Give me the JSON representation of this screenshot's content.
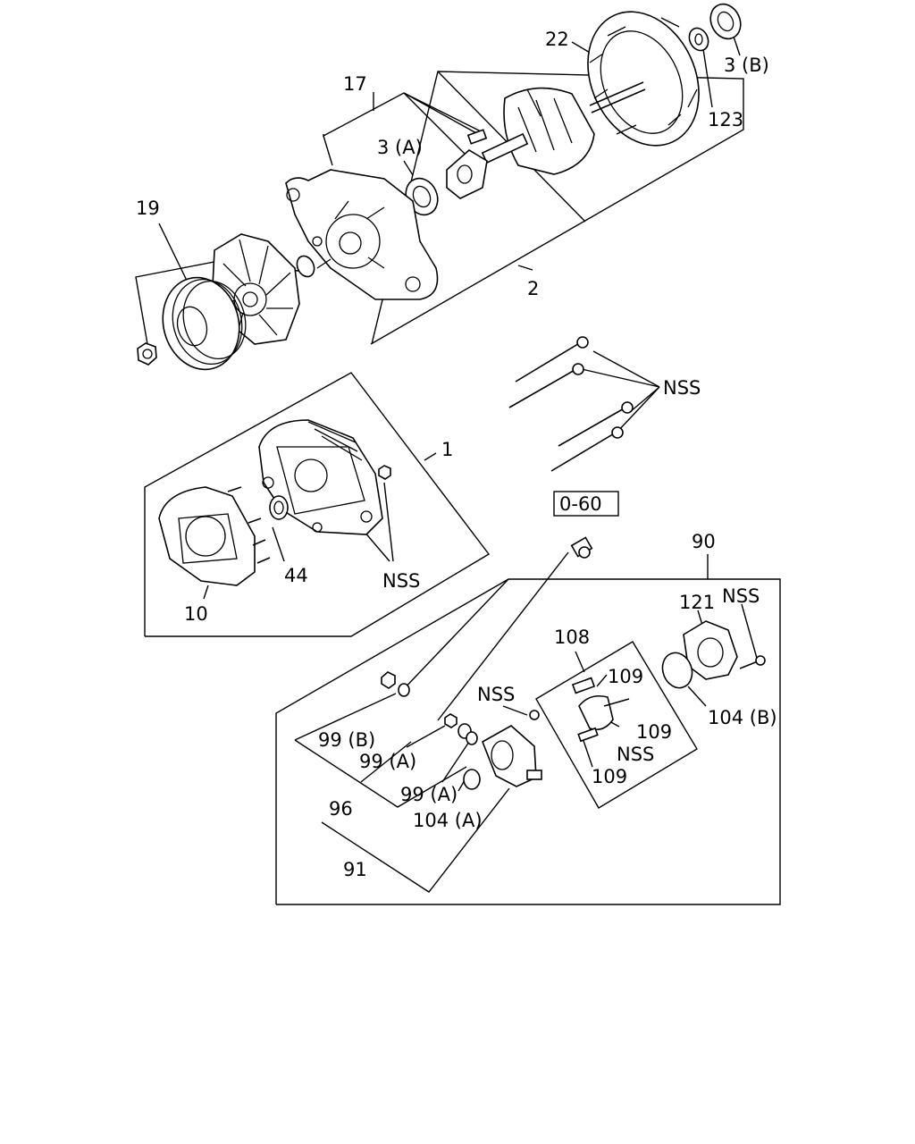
{
  "diagram": {
    "labels": {
      "l17": "17",
      "l22": "22",
      "l3b": "3 (B)",
      "l3a": "3 (A)",
      "l123": "123",
      "l19": "19",
      "l2": "2",
      "lnss_bolts": "NSS",
      "l1": "1",
      "l44": "44",
      "lnss_frame": "NSS",
      "l10": "10",
      "box": "0-60",
      "l90": "90",
      "l121": "121",
      "lnss_cover": "NSS",
      "l108": "108",
      "l109a": "109",
      "l109b": "109",
      "l109c": "109",
      "lnss_brush": "NSS",
      "l104b": "104 (B)",
      "lnss_reg": "NSS",
      "l99b": "99 (B)",
      "l99a1": "99 (A)",
      "l99a2": "99 (A)",
      "l96": "96",
      "l104a": "104 (A)",
      "l91": "91"
    }
  }
}
